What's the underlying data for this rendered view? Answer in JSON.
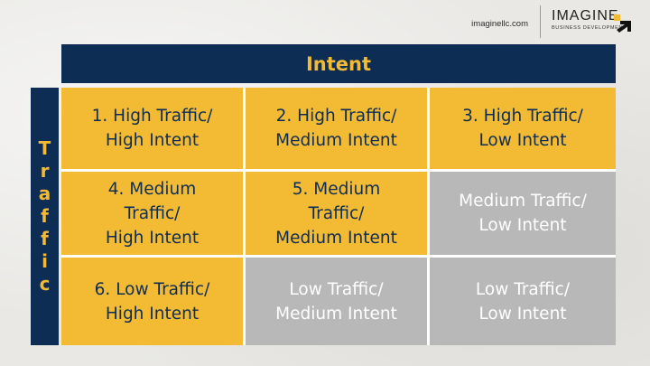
{
  "brand": {
    "url": "imaginellc.com",
    "name": "IMAGINE",
    "tagline": "BUSINESS DEVELOPMENT",
    "accent": "#f3bb33",
    "navy": "#0e2d55"
  },
  "matrix": {
    "column_header": "Intent",
    "row_header_letters": [
      "T",
      "r",
      "a",
      "f",
      "f",
      "i",
      "c"
    ],
    "cells": [
      [
        {
          "lines": [
            "1. High Traffic/",
            "High Intent"
          ],
          "color": "#f3bb33"
        },
        {
          "lines": [
            "2. High Traffic/",
            "Medium Intent"
          ],
          "color": "#f3bb33"
        },
        {
          "lines": [
            "3. High Traffic/",
            "Low Intent"
          ],
          "color": "#f3bb33"
        }
      ],
      [
        {
          "lines": [
            "4. Medium",
            "Traffic/",
            "High Intent"
          ],
          "color": "#f3bb33"
        },
        {
          "lines": [
            "5. Medium",
            "Traffic/",
            "Medium Intent"
          ],
          "color": "#f3bb33"
        },
        {
          "lines": [
            "Medium Traffic/",
            "Low Intent"
          ],
          "color": "#b8b8b8"
        }
      ],
      [
        {
          "lines": [
            "6. Low Traffic/",
            "High Intent"
          ],
          "color": "#f3bb33"
        },
        {
          "lines": [
            "Low Traffic/",
            "Medium Intent"
          ],
          "color": "#b8b8b8"
        },
        {
          "lines": [
            "Low Traffic/",
            "Low Intent"
          ],
          "color": "#b8b8b8"
        }
      ]
    ]
  }
}
